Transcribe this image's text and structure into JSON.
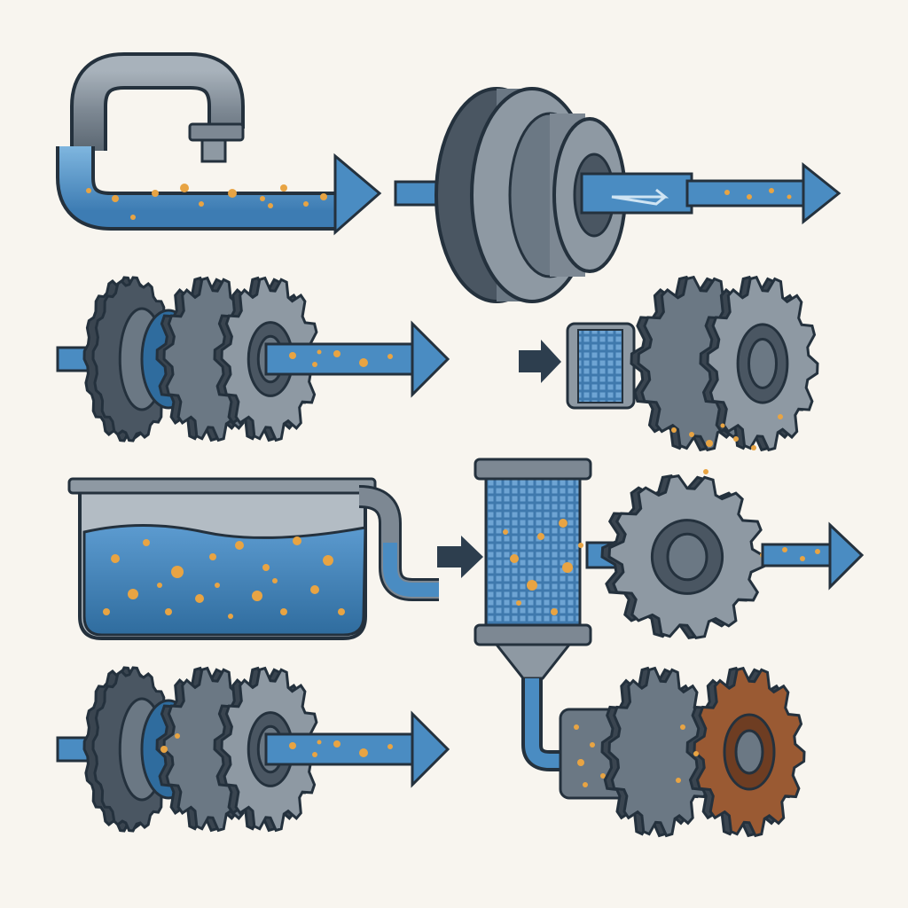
{
  "colors": {
    "background": "#f8f5ef",
    "outline": "#24313d",
    "steel_light": "#8e99a3",
    "steel_mid": "#6b7884",
    "steel_dark": "#4a5662",
    "steel_shadow": "#3a4550",
    "water": "#4a8cc2",
    "water_light": "#7fb6df",
    "water_dark": "#2f6c9e",
    "particle": "#e8a443",
    "rust": "#9a5a33",
    "rust_dark": "#6e3d22",
    "arrow_dark": "#2d3e4e"
  },
  "panels": [
    {
      "name": "pipe-flow",
      "icon": "pipe-with-particles-icon"
    },
    {
      "name": "bearing-flow",
      "icon": "bearing-icon"
    },
    {
      "name": "gear-assembly-flow",
      "icon": "gear-assembly-icon"
    },
    {
      "name": "filtered-gear",
      "icon": "mesh-filter-gear-icon"
    },
    {
      "name": "reservoir",
      "icon": "reservoir-tank-icon"
    },
    {
      "name": "filter-to-gear",
      "icon": "cylinder-filter-icon"
    },
    {
      "name": "contaminated-gear-flow",
      "icon": "gear-assembly-icon"
    },
    {
      "name": "rusted-gear",
      "icon": "rusted-gear-icon"
    }
  ]
}
